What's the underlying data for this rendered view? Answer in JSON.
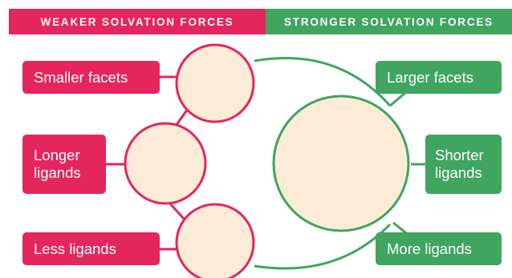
{
  "header": {
    "weaker": "WEAKER SOLVATION FORCES",
    "stronger": "STRONGER SOLVATION FORCES"
  },
  "weaker_labels": {
    "smaller_facets": "Smaller facets",
    "longer_ligands_line1": "Longer",
    "longer_ligands_line2": "ligands",
    "less_ligands": "Less ligands"
  },
  "stronger_labels": {
    "larger_facets": "Larger facets",
    "shorter_ligands_line1": "Shorter",
    "shorter_ligands_line2": "ligands",
    "more_ligands": "More ligands"
  },
  "colors": {
    "weaker": "#e4265c",
    "stronger": "#3fa55f",
    "circle_fill": "#fbebd7",
    "particle": "#f06b6b",
    "ligand": "#5a5a5a"
  }
}
